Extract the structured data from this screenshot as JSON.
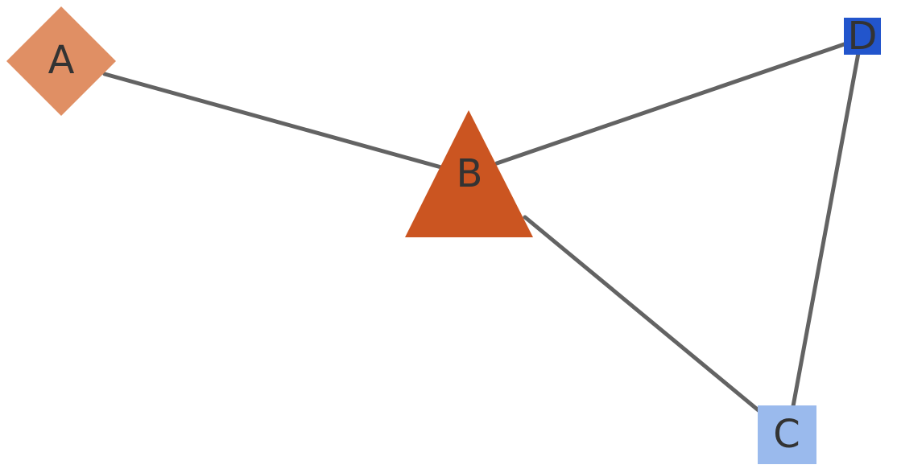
{
  "colors": {
    "edge": "#636363",
    "label": "#333333",
    "node_a": "#e08f64",
    "node_b": "#cb5521",
    "node_c": "#9abaed",
    "node_d": "#2255cc"
  },
  "nodes": {
    "a": {
      "label": "A",
      "shape": "diamond"
    },
    "b": {
      "label": "B",
      "shape": "triangle"
    },
    "c": {
      "label": "C",
      "shape": "square"
    },
    "d": {
      "label": "D",
      "shape": "square"
    }
  },
  "edges": [
    {
      "from": "A",
      "to": "B"
    },
    {
      "from": "B",
      "to": "D"
    },
    {
      "from": "B",
      "to": "C"
    },
    {
      "from": "D",
      "to": "C"
    }
  ]
}
